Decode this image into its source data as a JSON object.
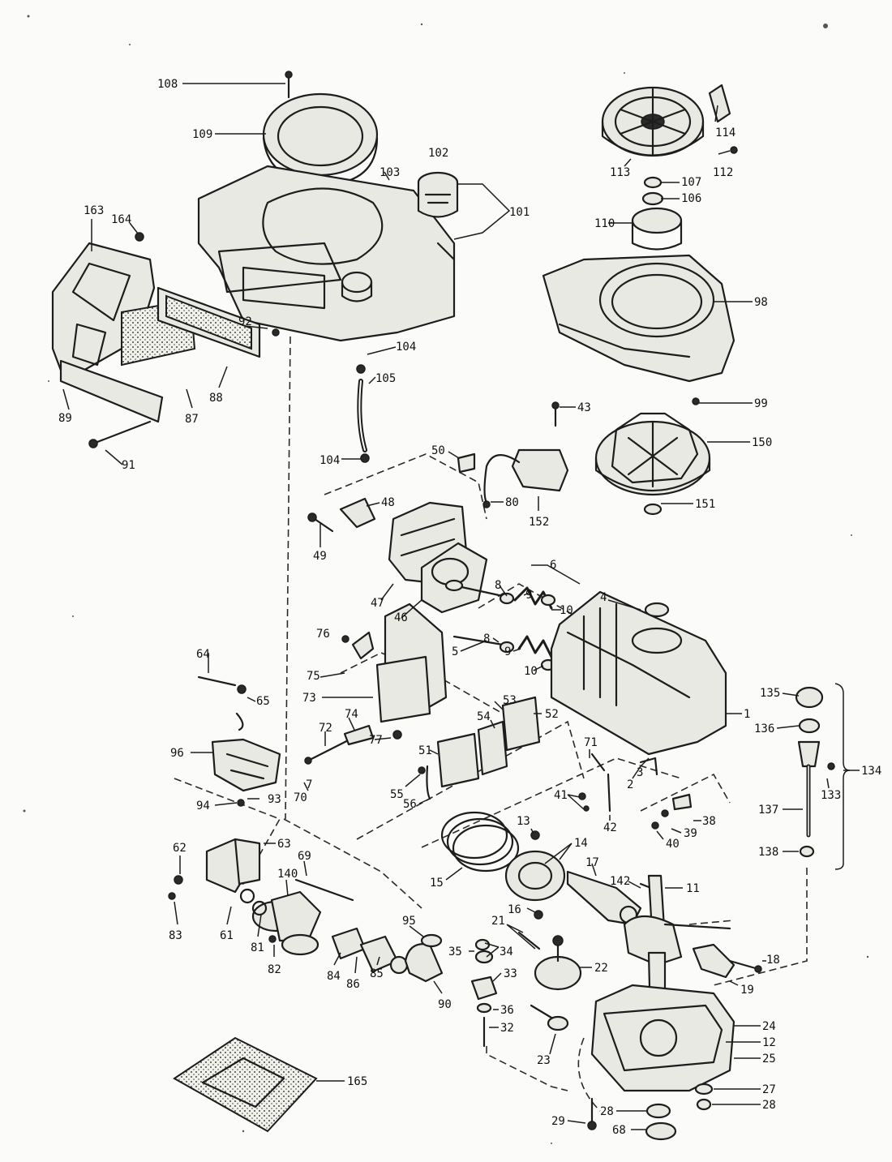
{
  "callouts": [
    {
      "id": "c108",
      "text": "108"
    },
    {
      "id": "c109",
      "text": "109"
    },
    {
      "id": "c103",
      "text": "103"
    },
    {
      "id": "c102",
      "text": "102"
    },
    {
      "id": "c101",
      "text": "101"
    },
    {
      "id": "c163",
      "text": "163"
    },
    {
      "id": "c164",
      "text": "164"
    },
    {
      "id": "c92",
      "text": "92"
    },
    {
      "id": "c89",
      "text": "89"
    },
    {
      "id": "c87",
      "text": "87"
    },
    {
      "id": "c88",
      "text": "88"
    },
    {
      "id": "c91",
      "text": "91"
    },
    {
      "id": "c104a",
      "text": "104"
    },
    {
      "id": "c105",
      "text": "105"
    },
    {
      "id": "c104b",
      "text": "104"
    },
    {
      "id": "c114",
      "text": "114"
    },
    {
      "id": "c113",
      "text": "113"
    },
    {
      "id": "c112",
      "text": "112"
    },
    {
      "id": "c107",
      "text": "107"
    },
    {
      "id": "c106",
      "text": "106"
    },
    {
      "id": "c110",
      "text": "110"
    },
    {
      "id": "c98",
      "text": "98"
    },
    {
      "id": "c99",
      "text": "99"
    },
    {
      "id": "c150",
      "text": "150"
    },
    {
      "id": "c151",
      "text": "151"
    },
    {
      "id": "c43",
      "text": "43"
    },
    {
      "id": "c50",
      "text": "50"
    },
    {
      "id": "c80",
      "text": "80"
    },
    {
      "id": "c152",
      "text": "152"
    },
    {
      "id": "c48",
      "text": "48"
    },
    {
      "id": "c49",
      "text": "49"
    },
    {
      "id": "c47",
      "text": "47"
    },
    {
      "id": "c46",
      "text": "46"
    },
    {
      "id": "c6",
      "text": "6"
    },
    {
      "id": "c8a",
      "text": "8"
    },
    {
      "id": "c9a",
      "text": "9"
    },
    {
      "id": "c10a",
      "text": "10"
    },
    {
      "id": "c4",
      "text": "4"
    },
    {
      "id": "c8b",
      "text": "8"
    },
    {
      "id": "c9b",
      "text": "9"
    },
    {
      "id": "c10b",
      "text": "10"
    },
    {
      "id": "c5",
      "text": "5"
    },
    {
      "id": "c76",
      "text": "76"
    },
    {
      "id": "c75",
      "text": "75"
    },
    {
      "id": "c73",
      "text": "73"
    },
    {
      "id": "c64",
      "text": "64"
    },
    {
      "id": "c65",
      "text": "65"
    },
    {
      "id": "c74",
      "text": "74"
    },
    {
      "id": "c72",
      "text": "72"
    },
    {
      "id": "c77",
      "text": "77"
    },
    {
      "id": "c53",
      "text": "53"
    },
    {
      "id": "c52",
      "text": "52"
    },
    {
      "id": "c54",
      "text": "54"
    },
    {
      "id": "c51",
      "text": "51"
    },
    {
      "id": "c55",
      "text": "55"
    },
    {
      "id": "c56",
      "text": "56"
    },
    {
      "id": "c1",
      "text": "1"
    },
    {
      "id": "c135",
      "text": "135"
    },
    {
      "id": "c136",
      "text": "136"
    },
    {
      "id": "c134",
      "text": "134"
    },
    {
      "id": "c133",
      "text": "133"
    },
    {
      "id": "c137",
      "text": "137"
    },
    {
      "id": "c138",
      "text": "138"
    },
    {
      "id": "c71",
      "text": "71"
    },
    {
      "id": "c2",
      "text": "2"
    },
    {
      "id": "c3",
      "text": "3"
    },
    {
      "id": "c41",
      "text": "41"
    },
    {
      "id": "c42",
      "text": "42"
    },
    {
      "id": "c38",
      "text": "38"
    },
    {
      "id": "c39",
      "text": "39"
    },
    {
      "id": "c40",
      "text": "40"
    },
    {
      "id": "c96",
      "text": "96"
    },
    {
      "id": "c7",
      "text": "7"
    },
    {
      "id": "c70",
      "text": "70"
    },
    {
      "id": "c94",
      "text": "94"
    },
    {
      "id": "c93",
      "text": "93"
    },
    {
      "id": "c13",
      "text": "13"
    },
    {
      "id": "c14",
      "text": "14"
    },
    {
      "id": "c15",
      "text": "15"
    },
    {
      "id": "c16",
      "text": "16"
    },
    {
      "id": "c17",
      "text": "17"
    },
    {
      "id": "c142",
      "text": "142"
    },
    {
      "id": "c11",
      "text": "11"
    },
    {
      "id": "c62",
      "text": "62"
    },
    {
      "id": "c63",
      "text": "63"
    },
    {
      "id": "c69",
      "text": "69"
    },
    {
      "id": "c140",
      "text": "140"
    },
    {
      "id": "c83",
      "text": "83"
    },
    {
      "id": "c61",
      "text": "61"
    },
    {
      "id": "c81",
      "text": "81"
    },
    {
      "id": "c82",
      "text": "82"
    },
    {
      "id": "c84",
      "text": "84"
    },
    {
      "id": "c86",
      "text": "86"
    },
    {
      "id": "c85",
      "text": "85"
    },
    {
      "id": "c95",
      "text": "95"
    },
    {
      "id": "c90",
      "text": "90"
    },
    {
      "id": "c21",
      "text": "21"
    },
    {
      "id": "c34",
      "text": "34"
    },
    {
      "id": "c35",
      "text": "35"
    },
    {
      "id": "c33",
      "text": "33"
    },
    {
      "id": "c36",
      "text": "36"
    },
    {
      "id": "c32",
      "text": "32"
    },
    {
      "id": "c22",
      "text": "22"
    },
    {
      "id": "c23",
      "text": "23"
    },
    {
      "id": "c18",
      "text": "18"
    },
    {
      "id": "c19",
      "text": "19"
    },
    {
      "id": "c24",
      "text": "24"
    },
    {
      "id": "c12",
      "text": "12"
    },
    {
      "id": "c25",
      "text": "25"
    },
    {
      "id": "c27",
      "text": "27"
    },
    {
      "id": "c28a",
      "text": "28"
    },
    {
      "id": "c28b",
      "text": "28"
    },
    {
      "id": "c29",
      "text": "29"
    },
    {
      "id": "c68",
      "text": "68"
    },
    {
      "id": "c165",
      "text": "165"
    }
  ]
}
